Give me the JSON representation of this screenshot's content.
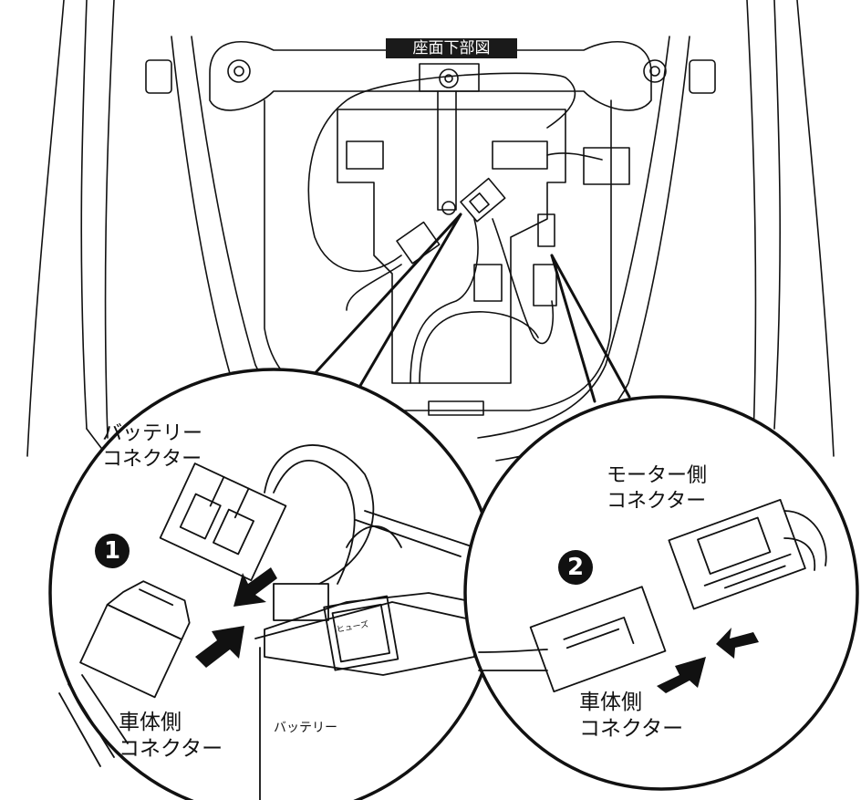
{
  "title": "座面下部図",
  "callout_left": {
    "step_number": "1",
    "battery_connector_line1": "バッテリー",
    "battery_connector_line2": "コネクター",
    "body_connector_line1": "車体側",
    "body_connector_line2": "コネクター",
    "fuse_label": "ヒューズ",
    "battery_label": "バッテリー"
  },
  "callout_right": {
    "step_number": "2",
    "motor_connector_line1": "モーター側",
    "motor_connector_line2": "コネクター",
    "body_connector_line1": "車体側",
    "body_connector_line2": "コネクター"
  }
}
